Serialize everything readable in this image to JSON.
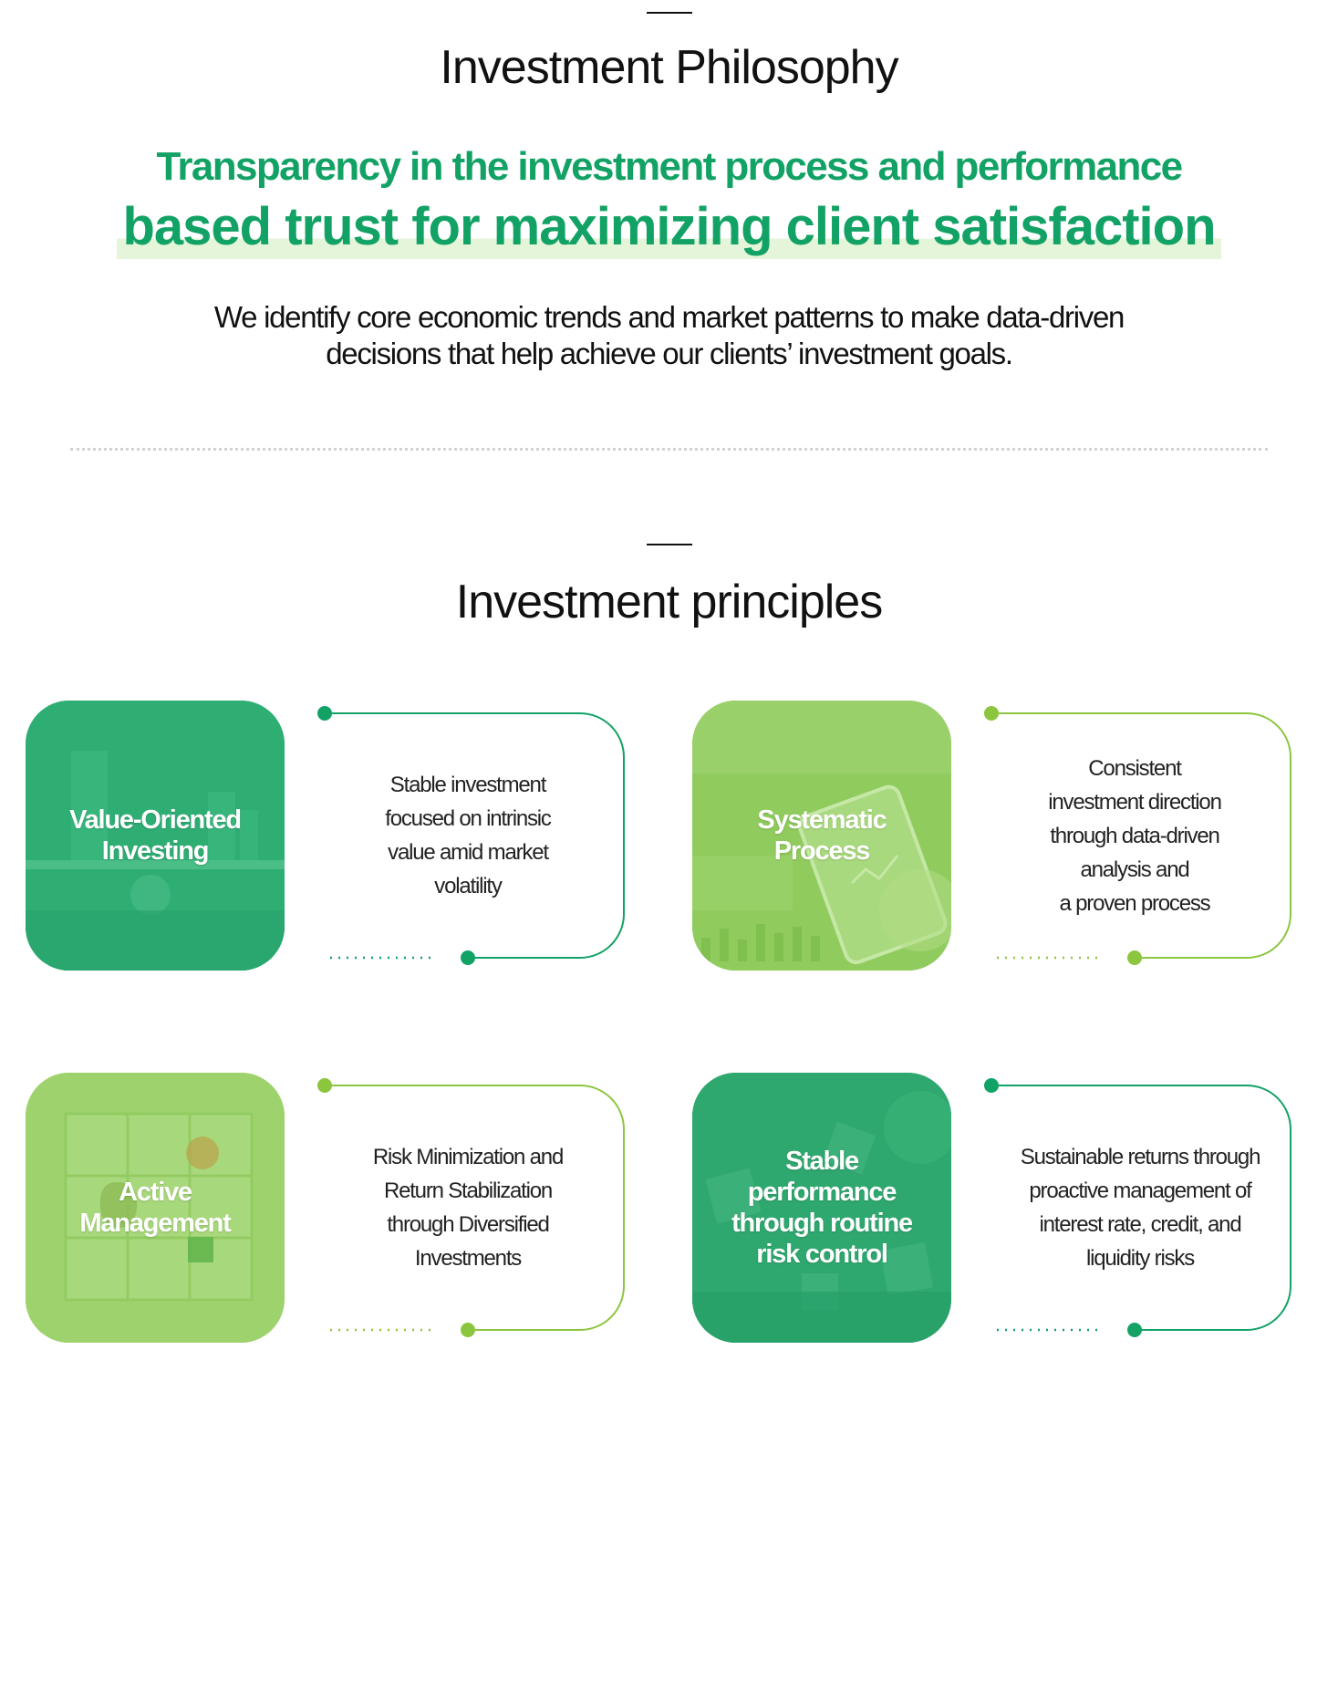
{
  "philosophy": {
    "title": "Investment Philosophy",
    "tagline_line1": "Transparency in the investment process and performance",
    "tagline_line2": "based trust for maximizing client satisfaction",
    "intro_line1": "We identify core economic trends and market patterns to make data-driven",
    "intro_line2": "decisions that help achieve our clients’ investment goals."
  },
  "principles": {
    "title": "Investment principles",
    "items": [
      {
        "name": "Value-Oriented Investing",
        "label_line1": "Value-Oriented",
        "label_line2": "Investing",
        "description": "Stable investment\nfocused on intrinsic\nvalue amid market\nvolatility"
      },
      {
        "name": "Systematic Process",
        "label_line1": "Systematic",
        "label_line2": "Process",
        "description": "Consistent\ninvestment direction\nthrough data-driven\nanalysis and\na proven process"
      },
      {
        "name": "Active Management",
        "label_line1": "Active",
        "label_line2": "Management",
        "description": "Risk Minimization and\nReturn Stabilization\nthrough Diversified\nInvestments"
      },
      {
        "name": "Stable performance through routine risk control",
        "label_line1": "Stable",
        "label_line2": "performance",
        "label_line3": "through routine",
        "label_line4": "risk control",
        "description": "Sustainable returns through\nproactive management of\ninterest rate, credit, and\nliquidity risks"
      }
    ]
  },
  "colors": {
    "primary_green": "#13a265",
    "light_green": "#8cc63f",
    "highlight": "#e4f5d9"
  }
}
